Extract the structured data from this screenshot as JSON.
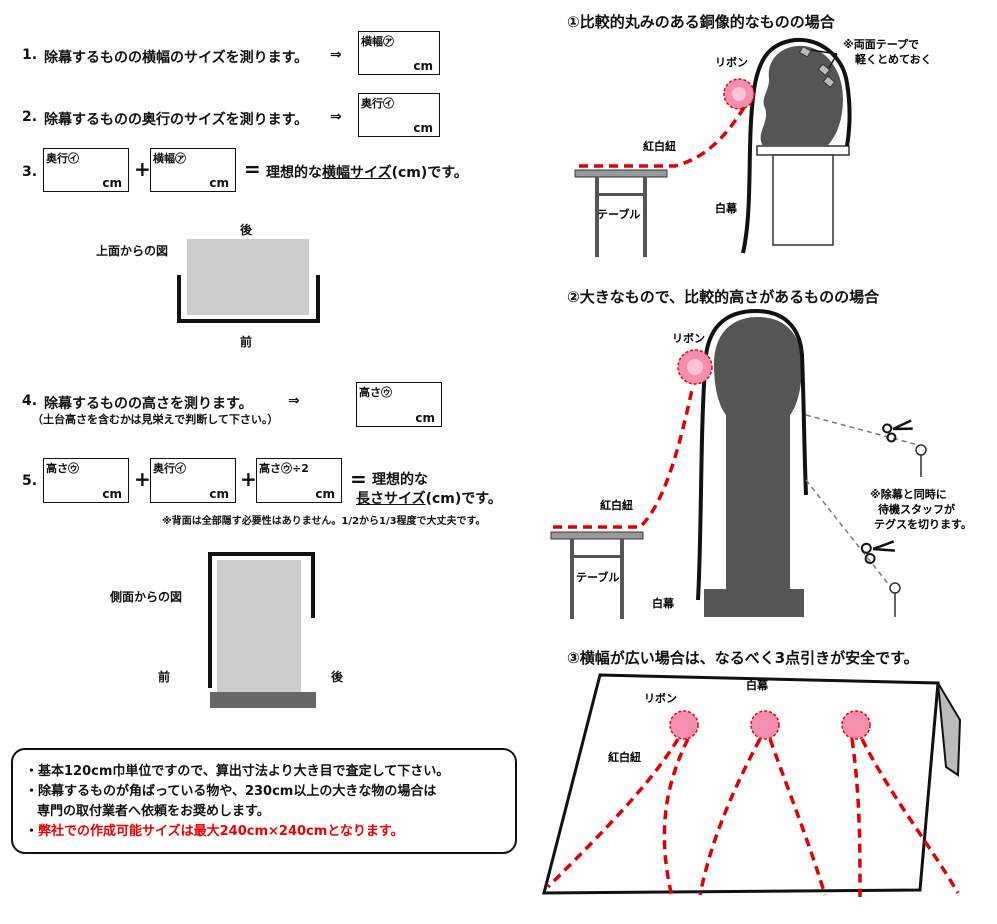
{
  "steps": {
    "s1": {
      "num": "1.",
      "text": "除幕するものの横幅のサイズを測ります。",
      "arrow": "⇒",
      "box": "横幅㋐",
      "unit": "cm"
    },
    "s2": {
      "num": "2.",
      "text": "除幕するものの奥行のサイズを測ります。",
      "arrow": "⇒",
      "box": "奥行㋑",
      "unit": "cm"
    },
    "s3": {
      "num": "3.",
      "box_a": "奥行㋑",
      "box_b": "横幅㋐",
      "unit": "cm",
      "plus": "+",
      "eq": "=",
      "result_pre": "理想的な",
      "result_u": "横幅サイズ",
      "result_post": "(cm)です。"
    },
    "s4": {
      "num": "4.",
      "text": "除幕するものの高さを測ります。",
      "arrow": "⇒",
      "sub": "（土台高さを含むかは見栄えで判断して下さい。）",
      "box": "高さ㋒",
      "unit": "cm"
    },
    "s5": {
      "num": "5.",
      "box_a": "高さ㋒",
      "box_b": "奥行㋑",
      "box_c": "高さ㋒÷2",
      "unit": "cm",
      "plus": "+",
      "eq": "=",
      "result_line1": "理想的な",
      "result_u": "長さサイズ",
      "result_post": "(cm)です。",
      "note": "※背面は全部隠す必要性はありません。1/2から1/3程度で大丈夫です。"
    }
  },
  "top_view": {
    "title": "上面からの図",
    "back": "後",
    "front": "前"
  },
  "side_view": {
    "title": "側面からの図",
    "front": "前",
    "back": "後"
  },
  "notice": {
    "line1": "・基本120cm巾単位ですので、算出寸法より大き目で査定して下さい。",
    "line2": "・除幕するものが角ばっている物や、230cm以上の大きな物の場合は",
    "line3": "専門の取付業者へ依頼をお奨めします。",
    "line4_prefix": "・",
    "line4_red": "弊社での作成可能サイズは最大240cm×240cmとなります。"
  },
  "case1": {
    "title": "①比較的丸みのある銅像的なものの場合",
    "ribbon": "リボン",
    "tape_note1": "※両面テープで",
    "tape_note2": "軽くとめておく",
    "cord": "紅白紐",
    "table": "テーブル",
    "cloth": "白幕"
  },
  "case2": {
    "title": "②大きなもので、比較的高さがあるものの場合",
    "ribbon": "リボン",
    "cord": "紅白紐",
    "table": "テーブル",
    "cloth": "白幕",
    "staff_note1": "※除幕と同時に",
    "staff_note2": "待機スタッフが",
    "staff_note3": "テグスを切ります。"
  },
  "case3": {
    "title": "③横幅が広い場合は、なるべく3点引きが安全です。",
    "cloth": "白幕",
    "ribbon": "リボン",
    "cord": "紅白紐"
  },
  "colors": {
    "red": "#e00000",
    "ribbon_pink": "#f58fb0",
    "statue_gray": "#555555",
    "box_gray": "#cccccc"
  }
}
